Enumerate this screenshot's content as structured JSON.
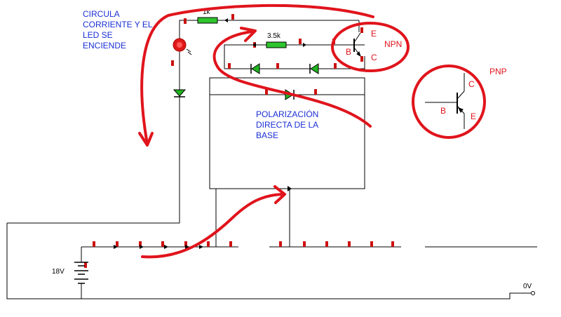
{
  "annotations": {
    "led_note": [
      "CIRCULA",
      "CORRIENTE Y EL",
      "LED SE",
      "ENCIENDE"
    ],
    "bias_note": [
      "POLARIZACIÓN",
      "DIRECTA DE LA",
      "BASE"
    ]
  },
  "components": {
    "resistor_top": "1k",
    "resistor_base": "3.5k",
    "battery": "18V",
    "ground": "0V"
  },
  "npn": {
    "title": "NPN",
    "emitter": "E",
    "base": "B",
    "collector": "C"
  },
  "pnp": {
    "title": "PNP",
    "collector": "C",
    "base": "B",
    "emitter": "E"
  },
  "colors": {
    "wire": "#000000",
    "marker": "#cc1111",
    "annotation_red": "#e0141c",
    "annotation_blue": "#1a2fd6",
    "diode_green": "#1fb31f",
    "led_red": "#e01818"
  },
  "icons": [
    "led-icon",
    "diode-icon",
    "npn-transistor-icon",
    "pnp-transistor-icon",
    "battery-icon",
    "resistor-icon"
  ]
}
